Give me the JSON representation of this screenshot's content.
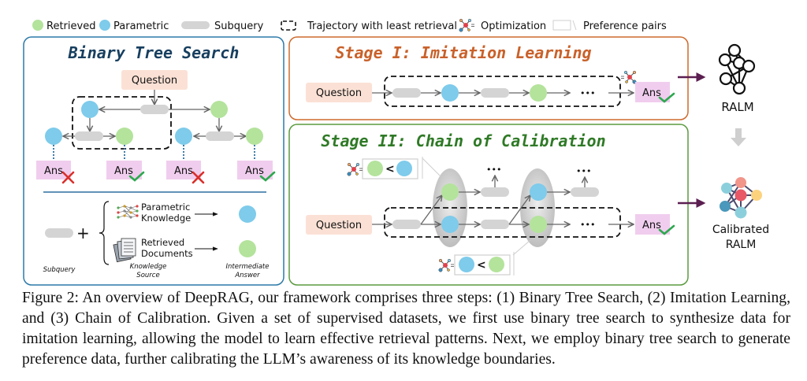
{
  "legend": {
    "retrieved": "Retrieved",
    "parametric": "Parametric",
    "subquery": "Subquery",
    "trajectory": "Trajectory with least retrieval",
    "optimization": "Optimization",
    "preference_pairs": "Preference pairs"
  },
  "colors": {
    "retrieved": "#b4e39c",
    "parametric": "#7ecbeb",
    "subquery": "#d4d4d4",
    "question_bg": "#fbe1d5",
    "answer_bg": "#f0cdee",
    "bts_border": "#2c7aa8",
    "bts_title": "#173f5f",
    "stage1_border": "#cd6a2d",
    "stage1_title": "#c9612a",
    "stage2_border": "#5b9b3f",
    "stage2_title": "#2f7a26",
    "arrow_purple": "#5b1e50",
    "check": "#2ea84f",
    "cross": "#d9302b"
  },
  "binary_tree_search": {
    "title": "Binary Tree Search",
    "question": "Question",
    "answers": [
      {
        "label": "Ans",
        "result": "wrong"
      },
      {
        "label": "Ans",
        "result": "correct"
      },
      {
        "label": "Ans",
        "result": "wrong"
      },
      {
        "label": "Ans",
        "result": "correct"
      }
    ],
    "knowledge": {
      "parametric_line1": "Parametric",
      "parametric_line2": "Knowledge",
      "retrieved_line1": "Retrieved",
      "retrieved_line2": "Documents",
      "plus": "+",
      "caption_subquery": "Subquery",
      "caption_source_line1": "Knowledge",
      "caption_source_line2": "Source",
      "caption_answer_line1": "Intermediate",
      "caption_answer_line2": "Answer"
    }
  },
  "stage1": {
    "title": "Stage I: Imitation Learning",
    "question": "Question",
    "ellipsis": "•••",
    "answer": "Ans"
  },
  "stage2": {
    "title": "Stage II: Chain of Calibration",
    "question": "Question",
    "ellipsis": "•••",
    "answer": "Ans",
    "pair_symbol": "<"
  },
  "models": {
    "ralm": "RALM",
    "calibrated_line1": "Calibrated",
    "calibrated_line2": "RALM"
  },
  "caption": "Figure 2: An overview of DeepRAG, our framework comprises three steps: (1) Binary Tree Search, (2) Imitation Learning, and (3) Chain of Calibration.  Given a set of supervised datasets, we first use binary tree search to synthesize data for imitation learning, allowing the model to learn effective retrieval patterns. Next, we employ binary tree search to generate preference data, further calibrating the LLM’s awareness of its knowledge boundaries."
}
